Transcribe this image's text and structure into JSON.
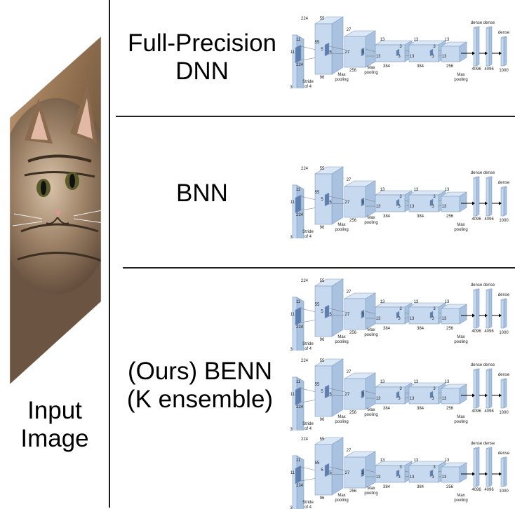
{
  "rows": {
    "full_precision": "Full-Precision\nDNN",
    "bnn": "BNN",
    "benn_line1": "(Ours) BENN",
    "benn_line2": "(K ensemble)"
  },
  "input_label_line1": "Input",
  "input_label_line2": "Image",
  "network": {
    "conv1": {
      "height": "224",
      "width": "224",
      "depth": "3",
      "kernel": "11",
      "stride": "Stride\nof 4"
    },
    "conv2": {
      "height": "55",
      "kernel": "5",
      "channels": "96",
      "pool": "Max\npooling"
    },
    "conv3": {
      "height": "27",
      "kernel": "3",
      "channels": "256",
      "pool": "Max\npooling"
    },
    "conv4": {
      "height": "13",
      "kernel": "3",
      "channels": "384"
    },
    "conv5": {
      "height": "13",
      "kernel": "3",
      "channels": "384"
    },
    "conv6": {
      "height": "13",
      "channels": "256",
      "pool": "Max\npooling"
    },
    "dense1": {
      "label": "dense",
      "units": "4096"
    },
    "dense2": {
      "label": "dense",
      "units": "4096"
    },
    "dense3": {
      "label": "dense",
      "units": "1000"
    }
  },
  "colors": {
    "box_front": "#c7d9ee",
    "box_side": "#a9c2df",
    "box_top": "#dbe7f5",
    "edge": "#7f9cc0",
    "kernel": "#5d7fb0",
    "divider": "#222222"
  },
  "icons": [
    "cat-photo"
  ]
}
